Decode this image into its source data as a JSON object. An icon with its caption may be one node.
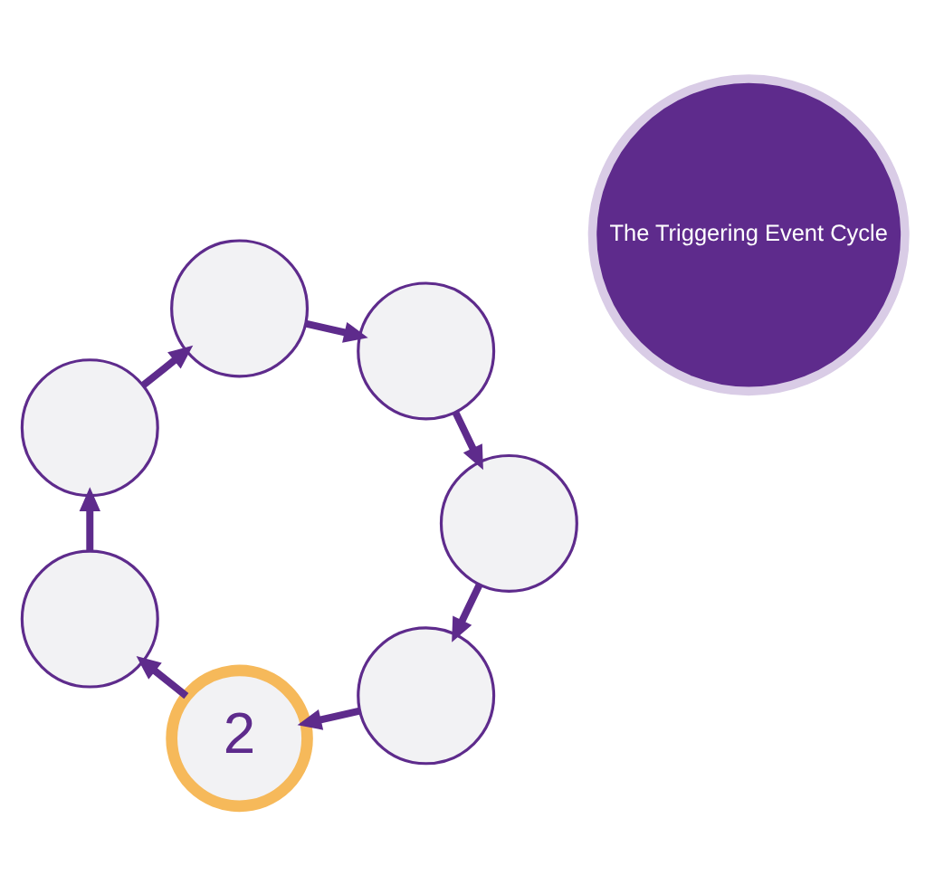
{
  "diagram": {
    "nodes": [
      {
        "text": [
          "The Triggering Event Cycle"
        ]
      },
      {
        "text": [],
        "shape": "circle"
      },
      {
        "text": [
          "2"
        ]
      },
      {
        "text": [],
        "shape": "circle"
      },
      {
        "text": [],
        "shape": "circle"
      },
      {
        "text": [],
        "shape": "circle"
      },
      {
        "text": [],
        "shape": "circle"
      },
      {
        "text": [],
        "shape": "circle"
      }
    ],
    "edges": [
      {
        "from": 1,
        "to": 2,
        "arrow": "to"
      },
      {
        "from": 2,
        "to": 3,
        "arrow": "to"
      },
      {
        "from": 3,
        "to": 4,
        "arrow": "to"
      },
      {
        "from": 4,
        "to": 5,
        "arrow": "to"
      },
      {
        "from": 5,
        "to": 6,
        "arrow": "to"
      },
      {
        "from": 6,
        "to": 7,
        "arrow": "to"
      },
      {
        "from": 7,
        "to": 1,
        "arrow": "to"
      }
    ]
  }
}
